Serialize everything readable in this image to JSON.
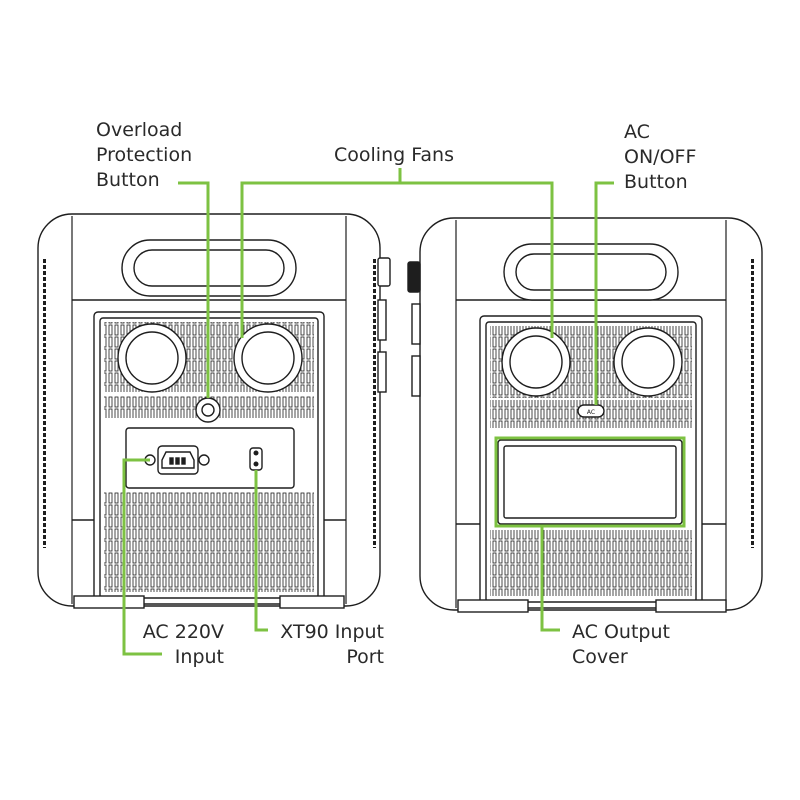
{
  "accent_color": "#7dc242",
  "line_color": "#1e1e1e",
  "labels": {
    "overload": [
      "Overload",
      "Protection",
      "Button"
    ],
    "cooling_fans": "Cooling Fans",
    "ac_switch": [
      "AC",
      "ON/OFF",
      "Button"
    ],
    "ac_input": [
      "AC 220V",
      "Input"
    ],
    "xt90": [
      "XT90 Input",
      "Port"
    ],
    "ac_cover": [
      "AC Output",
      "Cover"
    ]
  },
  "switch_text": "AC"
}
